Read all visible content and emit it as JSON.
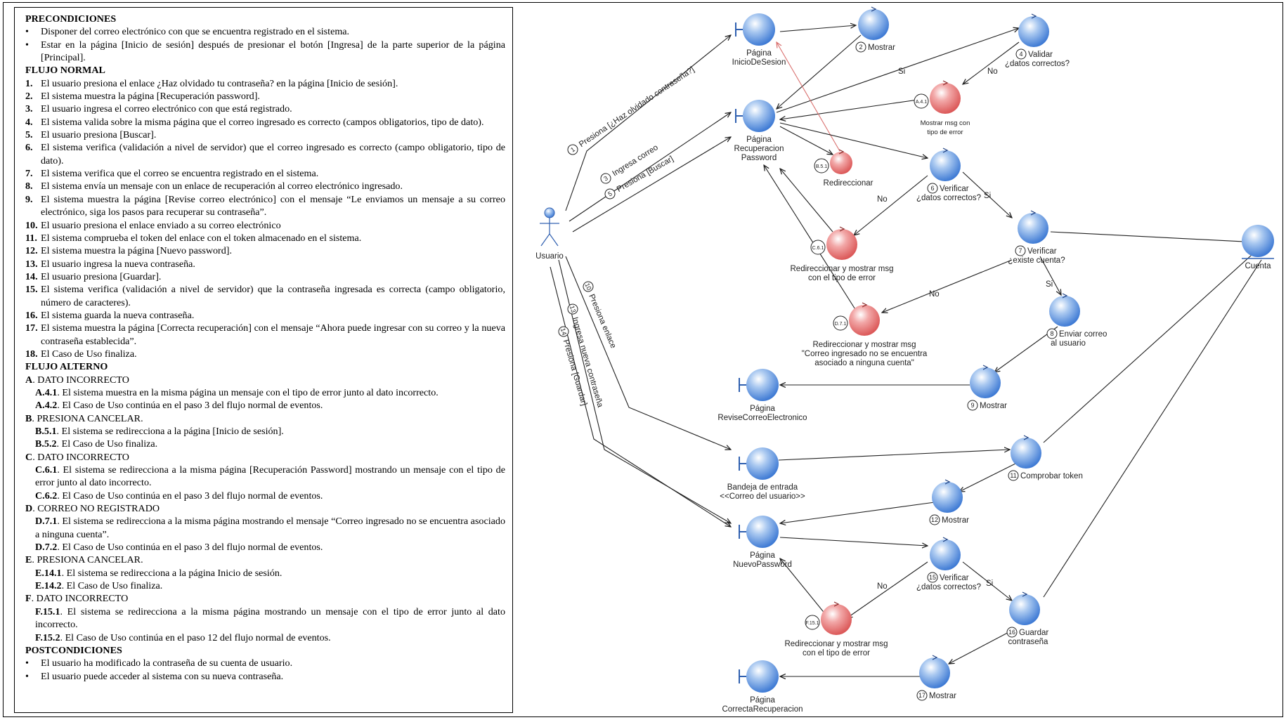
{
  "text": {
    "pre_title": "PRECONDICIONES",
    "pre": [
      "Disponer del correo electrónico con que se encuentra registrado en el sistema.",
      "Estar en la página [Inicio de sesión] después de presionar el botón [Ingresa] de la parte superior de la página [Principal]."
    ],
    "flujo_title": "FLUJO NORMAL",
    "flujo": [
      {
        "n": "1.",
        "t": "El usuario presiona el enlace ¿Haz olvidado tu contraseña? en la página [Inicio de sesión]."
      },
      {
        "n": "2.",
        "t": "El sistema muestra la página [Recuperación password]."
      },
      {
        "n": "3.",
        "t": "El usuario ingresa el correo electrónico con que está registrado."
      },
      {
        "n": "4.",
        "t": "El sistema valida sobre la misma página que el correo ingresado es correcto (campos obligatorios, tipo de dato)."
      },
      {
        "n": "5.",
        "t": "El usuario presiona [Buscar]."
      },
      {
        "n": "6.",
        "t": "El sistema verifica (validación a nivel de servidor) que el correo ingresado es correcto (campo obligatorio, tipo de dato)."
      },
      {
        "n": "7.",
        "t": "El sistema verifica que el correo se encuentra registrado en el sistema."
      },
      {
        "n": "8.",
        "t": "El sistema envía un mensaje con un enlace de recuperación al correo electrónico ingresado."
      },
      {
        "n": "9.",
        "t": "El sistema muestra la página [Revise correo electrónico] con el mensaje “Le enviamos un mensaje a su correo electrónico, siga los pasos para recuperar su contraseña”."
      },
      {
        "n": "10.",
        "t": "El usuario presiona el enlace enviado a  su correo electrónico"
      },
      {
        "n": "11.",
        "t": "El sistema comprueba el token del enlace con el token almacenado en el sistema."
      },
      {
        "n": "12.",
        "t": "El sistema muestra la página [Nuevo password]."
      },
      {
        "n": "13.",
        "t": "El usuario ingresa la nueva contraseña."
      },
      {
        "n": "14.",
        "t": "El usuario presiona [Guardar]."
      },
      {
        "n": "15.",
        "t": "El sistema verifica (validación a nivel de servidor) que la contraseña ingresada es correcta (campo obligatorio, número de caracteres)."
      },
      {
        "n": "16.",
        "t": "El sistema guarda la nueva contraseña."
      },
      {
        "n": "17.",
        "t": "El sistema muestra la página [Correcta recuperación] con el mensaje “Ahora puede ingresar con su correo y la nueva contraseña establecida”."
      },
      {
        "n": "18.",
        "t": "El Caso de Uso finaliza."
      }
    ],
    "alt_title": "FLUJO ALTERNO",
    "alt": [
      {
        "letter": "A",
        "title": ". DATO INCORRECTO",
        "items": [
          {
            "code": "A.4.1",
            "t": ". El sistema muestra en la misma página un mensaje con el tipo de error junto al dato incorrecto."
          },
          {
            "code": "A.4.2",
            "t": ". El Caso de Uso continúa en el paso 3 del flujo normal de eventos."
          }
        ]
      },
      {
        "letter": "B",
        "title": ". PRESIONA CANCELAR.",
        "items": [
          {
            "code": "B.5.1",
            "t": ". El sistema se redirecciona a la página [Inicio de sesión]."
          },
          {
            "code": "B.5.2",
            "t": ". El Caso de Uso finaliza."
          }
        ]
      },
      {
        "letter": "C",
        "title": ". DATO INCORRECTO",
        "items": [
          {
            "code": "C.6.1",
            "t": ". El sistema se redirecciona a la misma página [Recuperación Password] mostrando un mensaje con el tipo de error junto al dato incorrecto."
          },
          {
            "code": "C.6.2",
            "t": ". El Caso de Uso continúa en el paso 3 del flujo normal de eventos."
          }
        ]
      },
      {
        "letter": "D",
        "title": ". CORREO NO REGISTRADO",
        "items": [
          {
            "code": "D.7.1",
            "t": ". El sistema se redirecciona a la misma página mostrando el mensaje “Correo ingresado no se encuentra asociado a ninguna cuenta”."
          },
          {
            "code": "D.7.2",
            "t": ". El Caso de Uso continúa en el paso 3 del flujo normal de eventos."
          }
        ]
      },
      {
        "letter": "E",
        "title": ". PRESIONA CANCELAR.",
        "items": [
          {
            "code": "E.14.1",
            "t": ". El sistema se redirecciona a la página Inicio de sesión."
          },
          {
            "code": "E.14.2",
            "t": ". El Caso de Uso finaliza."
          }
        ]
      },
      {
        "letter": "F",
        "title": ". DATO INCORRECTO",
        "items": [
          {
            "code": "F.15.1",
            "t": ". El sistema se redirecciona a la misma página mostrando un mensaje con el tipo de error junto al dato incorrecto."
          },
          {
            "code": "F.15.2",
            "t": ". El Caso de Uso continúa en el paso 12 del flujo normal de eventos."
          }
        ]
      }
    ],
    "post_title": "POSTCONDICIONES",
    "post": [
      "El usuario ha modificado la contraseña de su cuenta de usuario.",
      "El usuario puede acceder al sistema con su nueva contraseña."
    ]
  },
  "diagram": {
    "actor": "Usuario",
    "boundaries": {
      "inicio": [
        "Página",
        "InicioDeSesion"
      ],
      "recuperacion": [
        "Página",
        "Recuperacion",
        "Password"
      ],
      "revise": [
        "Página",
        "ReviseCorreoElectronico"
      ],
      "bandeja": [
        "Bandeja de entrada",
        "<<Correo del usuario>>"
      ],
      "nuevo": [
        "Página",
        "NuevoPassword"
      ],
      "correcta": [
        "Página",
        "CorrectaRecuperacion"
      ]
    },
    "entity": "Cuenta",
    "controls": {
      "mostrar2": "Mostrar",
      "validar4": [
        "Validar",
        "¿datos correctos?"
      ],
      "verificar6": [
        "Verificar",
        "¿datos correctos?"
      ],
      "verificar7": [
        "Verificar",
        "¿existe cuenta?"
      ],
      "enviar8": [
        "Enviar correo",
        "al usuario"
      ],
      "mostrar9": "Mostrar",
      "comprobar11": "Comprobar token",
      "mostrar12": "Mostrar",
      "verificar15": [
        "Verificar",
        "¿datos correctos?"
      ],
      "guardar16": [
        "Guardar",
        "contraseña"
      ],
      "mostrar17": "Mostrar"
    },
    "errors": {
      "a41": {
        "code": "A.4.1",
        "label": [
          "Mostrar msg con",
          "tipo de error"
        ]
      },
      "b51": {
        "code": "B.5.1",
        "label": [
          "Redireccionar"
        ]
      },
      "c61": {
        "code": "C.6.1",
        "label": [
          "Redireccionar y mostrar msg",
          "con el tipo de error"
        ]
      },
      "d71": {
        "code": "D.7.1",
        "label": [
          "Redireccionar y mostrar msg",
          "\"Correo ingresado no se encuentra",
          "asociado a ninguna cuenta\""
        ]
      },
      "f151": {
        "code": "F.15.1",
        "label": [
          "Redireccionar y mostrar msg",
          "con el tipo de error"
        ]
      }
    },
    "edge_labels": {
      "e1": "Presiona [¿Haz olvidado contraseña?]",
      "e3": "Ingresa correo",
      "e5": "Presiona [Buscar]",
      "e10": "Presiona enlace",
      "e13": "Ingresa nueva contraseña",
      "e14": "Presiona [Guardar]",
      "si": "Si",
      "no": "No"
    },
    "step_numbers": {
      "n1": "1",
      "n2": "2",
      "n3": "3",
      "n4": "4",
      "n5": "5",
      "n6": "6",
      "n7": "7",
      "n8": "8",
      "n9": "9",
      "n10": "10",
      "n11": "11",
      "n12": "12",
      "n13": "13",
      "n14": "14",
      "n15": "15",
      "n16": "16",
      "n17": "17"
    },
    "colors": {
      "control": "#3b7fd8",
      "error": "#e06666",
      "line": "#202020",
      "error_line": "#d9706e"
    }
  }
}
